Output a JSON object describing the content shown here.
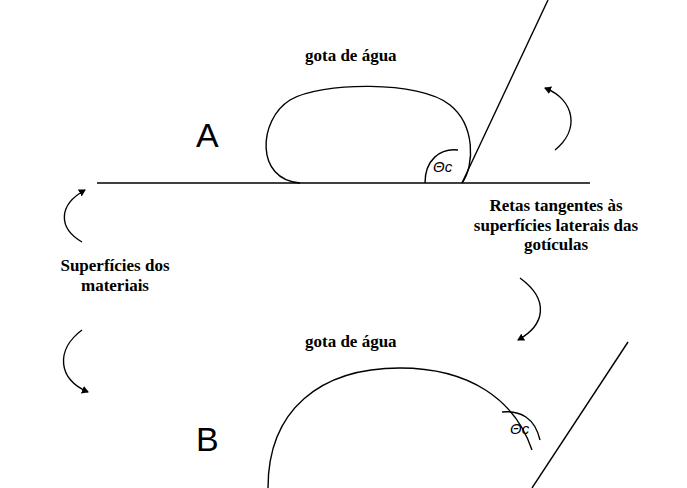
{
  "diagram": {
    "labels": [
      "gota de água",
      "A",
      "Θc",
      "Retas tangentes às superfícies laterais das gotículas",
      "Superfícies dos materiais",
      "gota de água",
      "B",
      "Θc"
    ]
  }
}
